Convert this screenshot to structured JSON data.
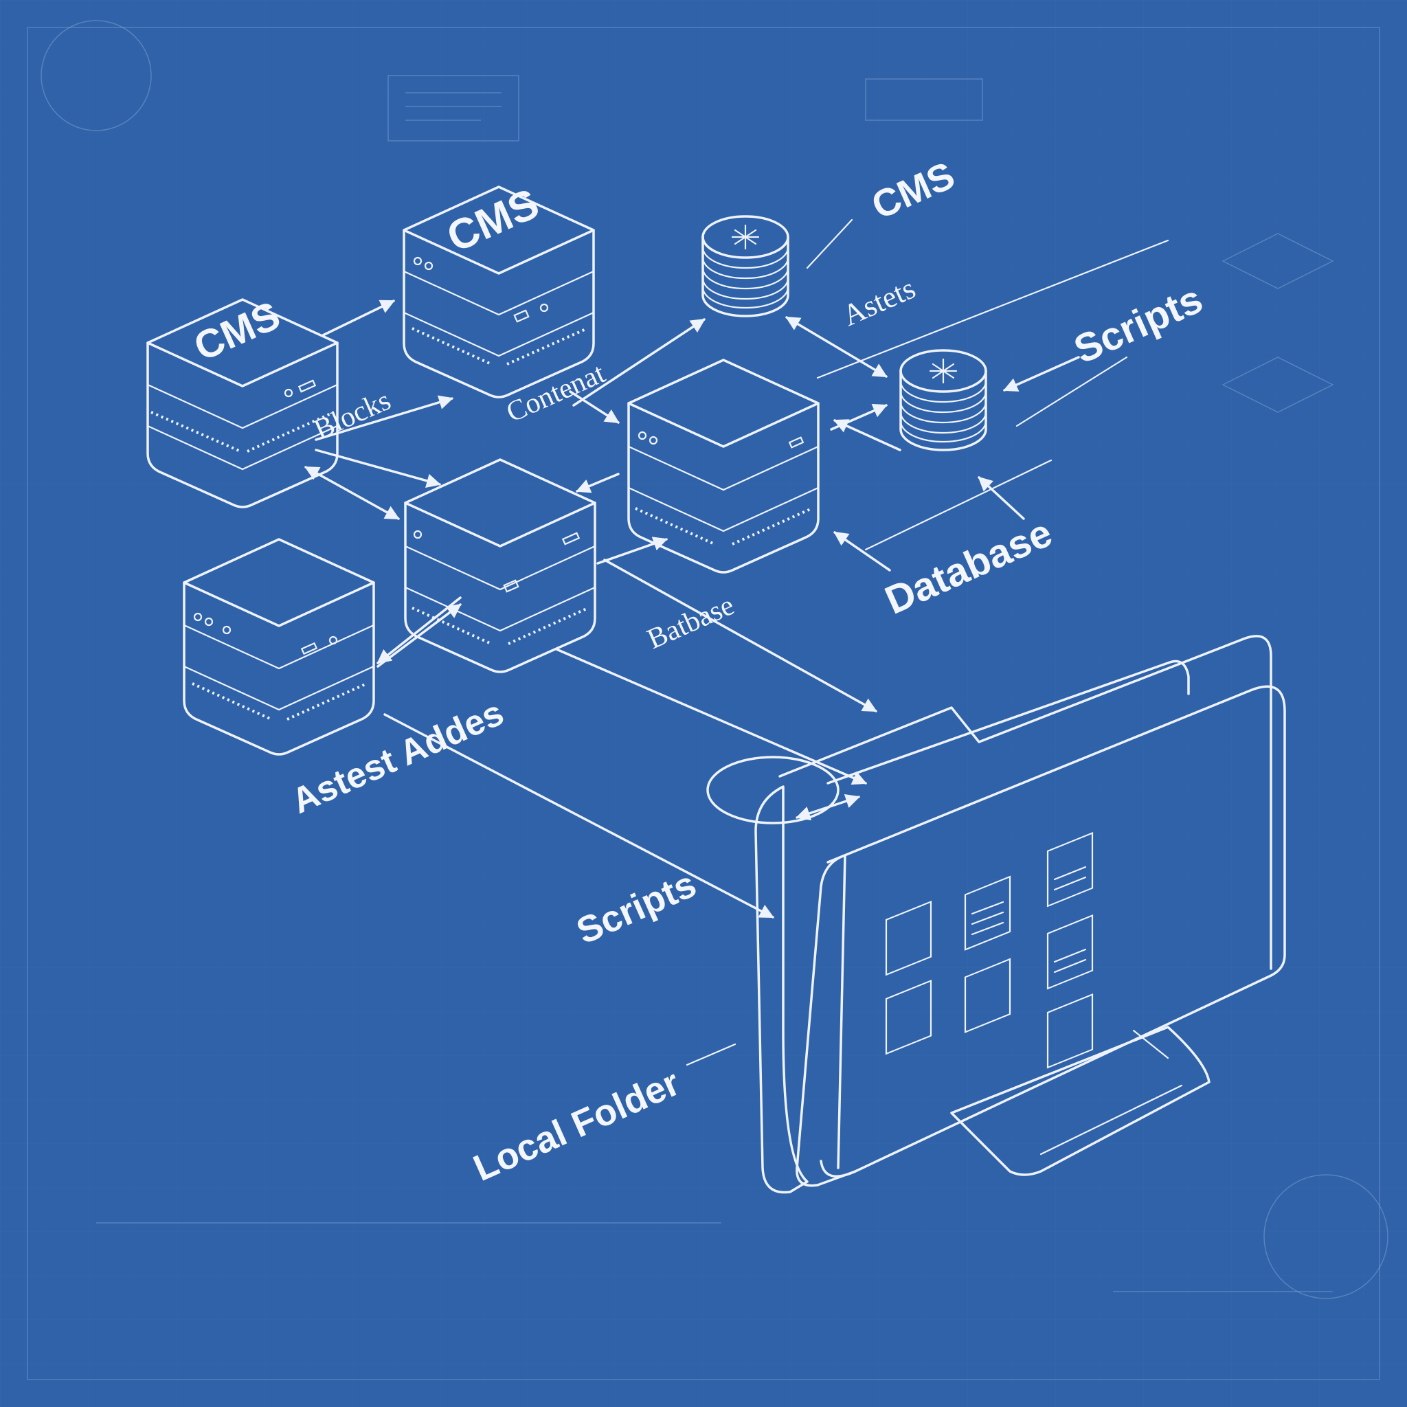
{
  "labels": {
    "cms_top": "CMS",
    "assets_top": "Astets",
    "scripts_right": "Scripts",
    "database_right": "Database",
    "blocks": "Blocks",
    "content": "Contenat",
    "batbase": "Batbase",
    "assets_left": "Astest Addes",
    "scripts_left": "Scripts",
    "local_folder": "Local Folder"
  },
  "servers": {
    "cms_left": "CMS",
    "cms_top": "CMS"
  },
  "colors": {
    "background": "#2f62a8",
    "line": "#eef3fb"
  }
}
